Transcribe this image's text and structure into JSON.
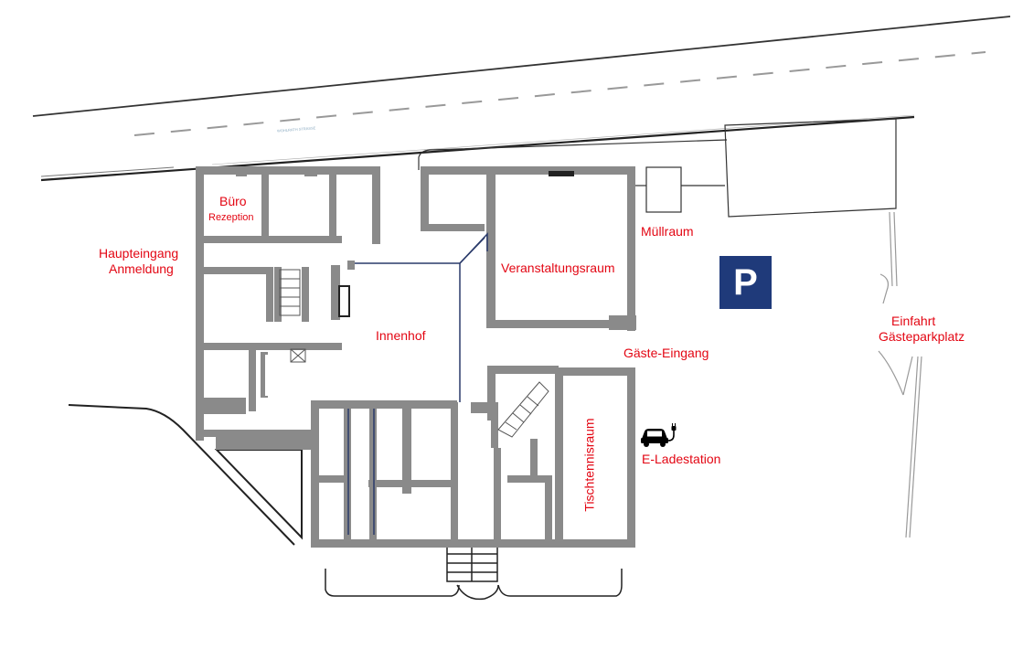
{
  "map": {
    "street_name": "WOHLRATH STRASSE",
    "parking_symbol": "P",
    "colors": {
      "label": "#e30613",
      "walls": "#8a8a8a",
      "parking_sign": "#1f3a7a",
      "outline": "#2a2a2a"
    },
    "icons": [
      "parking-sign-icon",
      "electric-car-charger-icon"
    ],
    "labels": {
      "office_1": "Büro",
      "office_2": "Rezeption",
      "main_entrance_1": "Haupteingang",
      "main_entrance_2": "Anmeldung",
      "courtyard": "Innenhof",
      "event_hall": "Veranstaltungsraum",
      "waste_room": "Müllraum",
      "guest_entrance": "Gäste-Eingang",
      "table_tennis": "Tischtennisraum",
      "charging_station": "E-Ladestation",
      "driveway_1": "Einfahrt",
      "driveway_2": "Gästeparkplatz"
    }
  }
}
